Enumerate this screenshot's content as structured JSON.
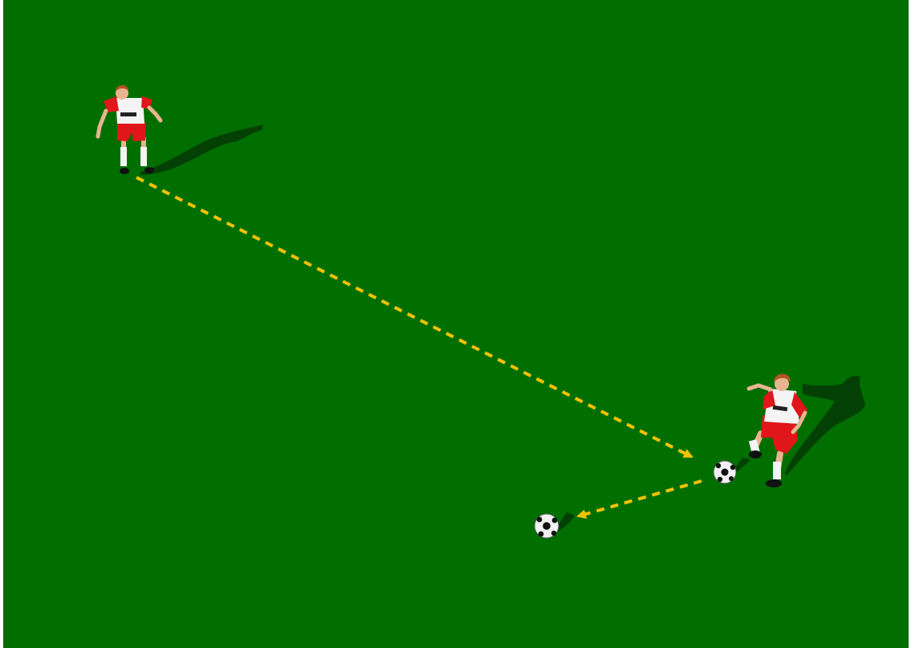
{
  "diagram": {
    "kind": "soccer-passing-drill",
    "colors": {
      "pitch": "#006f00",
      "pitch_edge": "#ffffff",
      "pass_arrow": "#f2c200",
      "shirt_red": "#e0161a",
      "shirt_white": "#f4f4f4",
      "skin": "#e9b48f",
      "hair": "#b0561e",
      "shadow": "#033803",
      "ball_white": "#f1f1f1",
      "ball_black": "#111111"
    },
    "players": [
      {
        "id": "player-a",
        "role": "passer",
        "pose": "ready-stance"
      },
      {
        "id": "player-b",
        "role": "receiver",
        "pose": "controlling-ball"
      }
    ],
    "balls": [
      {
        "id": "ball-1",
        "at": "receiver-feet"
      },
      {
        "id": "ball-2",
        "at": "after-touch"
      }
    ],
    "passes": [
      {
        "id": "pass-1",
        "from": "player-a",
        "to": "ball-1",
        "style": "dashed"
      },
      {
        "id": "pass-2",
        "from": "ball-1",
        "to": "ball-2",
        "style": "dashed"
      }
    ]
  }
}
